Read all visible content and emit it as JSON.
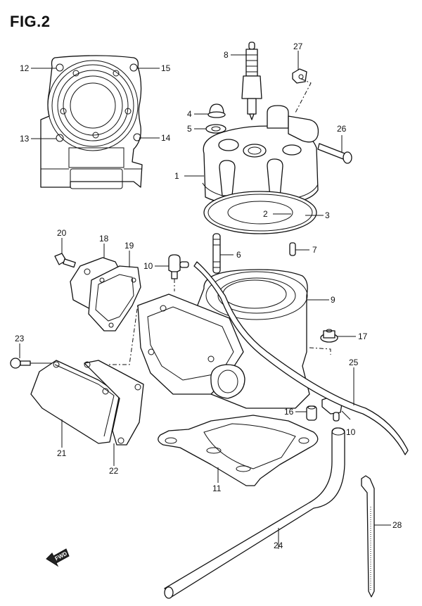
{
  "figure": {
    "title": "FIG.2",
    "direction_marker": "FWD"
  },
  "callouts": [
    {
      "id": "c1",
      "label": "1",
      "part": "cylinder-head"
    },
    {
      "id": "c2",
      "label": "2",
      "part": "head-gasket-inner"
    },
    {
      "id": "c3",
      "label": "3",
      "part": "head-gasket-outer"
    },
    {
      "id": "c4",
      "label": "4",
      "part": "cap-nut"
    },
    {
      "id": "c5",
      "label": "5",
      "part": "washer"
    },
    {
      "id": "c6",
      "label": "6",
      "part": "stud"
    },
    {
      "id": "c7",
      "label": "7",
      "part": "dowel-pin"
    },
    {
      "id": "c8",
      "label": "8",
      "part": "spark-plug"
    },
    {
      "id": "c9",
      "label": "9",
      "part": "cylinder"
    },
    {
      "id": "c10a",
      "label": "10",
      "part": "elbow-fitting-upper"
    },
    {
      "id": "c10b",
      "label": "10",
      "part": "elbow-fitting-lower"
    },
    {
      "id": "c11",
      "label": "11",
      "part": "base-gasket"
    },
    {
      "id": "c12",
      "label": "12",
      "part": "head-view-hole-tl"
    },
    {
      "id": "c13",
      "label": "13",
      "part": "head-view-hole-bl"
    },
    {
      "id": "c14",
      "label": "14",
      "part": "head-view-hole-br"
    },
    {
      "id": "c15",
      "label": "15",
      "part": "head-view-hole-tr"
    },
    {
      "id": "c16",
      "label": "16",
      "part": "collar"
    },
    {
      "id": "c17",
      "label": "17",
      "part": "flange-nut"
    },
    {
      "id": "c18",
      "label": "18",
      "part": "exhaust-cover"
    },
    {
      "id": "c19",
      "label": "19",
      "part": "exhaust-cover-gasket"
    },
    {
      "id": "c20",
      "label": "20",
      "part": "bolt"
    },
    {
      "id": "c21",
      "label": "21",
      "part": "reed-cover"
    },
    {
      "id": "c22",
      "label": "22",
      "part": "reed-cover-gasket"
    },
    {
      "id": "c23",
      "label": "23",
      "part": "screw"
    },
    {
      "id": "c24",
      "label": "24",
      "part": "hose"
    },
    {
      "id": "c25",
      "label": "25",
      "part": "hose-long"
    },
    {
      "id": "c26",
      "label": "26",
      "part": "head-bolt"
    },
    {
      "id": "c27",
      "label": "27",
      "part": "nut"
    },
    {
      "id": "c28",
      "label": "28",
      "part": "cable-tie"
    }
  ]
}
